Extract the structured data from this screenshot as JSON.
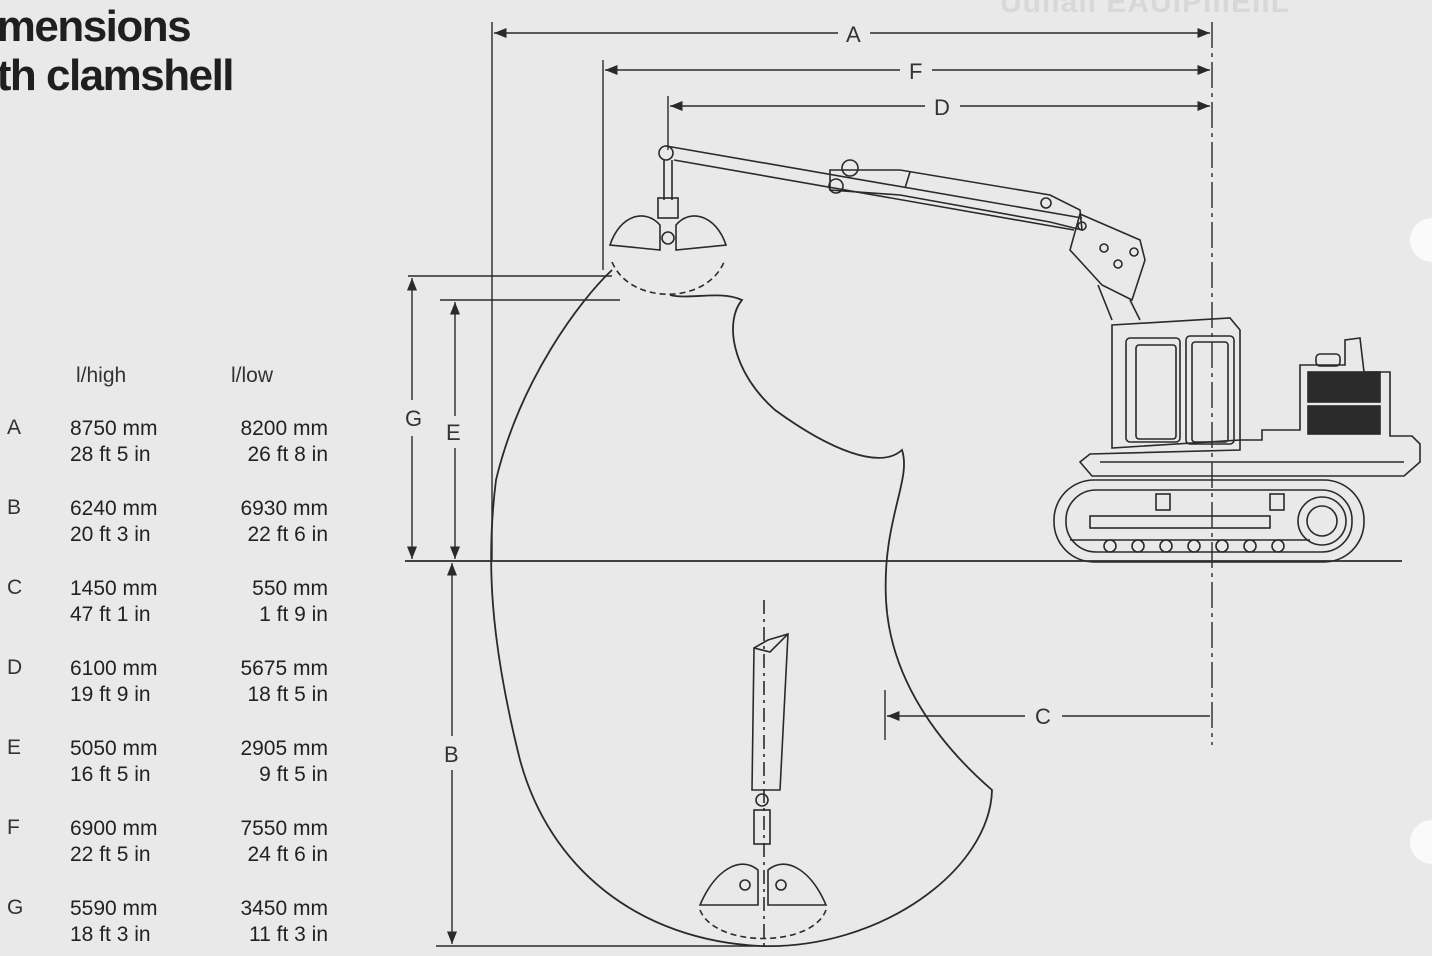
{
  "title": {
    "line1": "imensions",
    "line2": "ith clamshell"
  },
  "faint_heading": "Uullall EAUIPIIIEIIL",
  "columns": {
    "high": "l/high",
    "low": "l/low"
  },
  "rows": [
    {
      "letter": "A",
      "high_mm": "8750 mm",
      "high_ft": "28 ft 5 in",
      "low_mm": "8200 mm",
      "low_ft": "26 ft 8 in"
    },
    {
      "letter": "B",
      "high_mm": "6240 mm",
      "high_ft": "20 ft 3 in",
      "low_mm": "6930 mm",
      "low_ft": "22 ft 6 in"
    },
    {
      "letter": "C",
      "high_mm": "1450 mm",
      "high_ft": "47 ft 1 in",
      "low_mm": "550 mm",
      "low_ft": "1 ft 9 in"
    },
    {
      "letter": "D",
      "high_mm": "6100 mm",
      "high_ft": "19 ft 9 in",
      "low_mm": "5675 mm",
      "low_ft": "18 ft 5 in"
    },
    {
      "letter": "E",
      "high_mm": "5050 mm",
      "high_ft": "16 ft 5 in",
      "low_mm": "2905 mm",
      "low_ft": "9 ft 5 in"
    },
    {
      "letter": "F",
      "high_mm": "6900 mm",
      "high_ft": "22 ft 5 in",
      "low_mm": "7550 mm",
      "low_ft": "24 ft 6 in"
    },
    {
      "letter": "G",
      "high_mm": "5590 mm",
      "high_ft": "18 ft 3 in",
      "low_mm": "3450 mm",
      "low_ft": "11 ft 3 in"
    }
  ],
  "diagram_labels": {
    "A": "A",
    "B": "B",
    "C": "C",
    "D": "D",
    "E": "E",
    "F": "F",
    "G": "G"
  },
  "colors": {
    "background": "#e9e9e9",
    "ink": "#2a2a2a"
  }
}
